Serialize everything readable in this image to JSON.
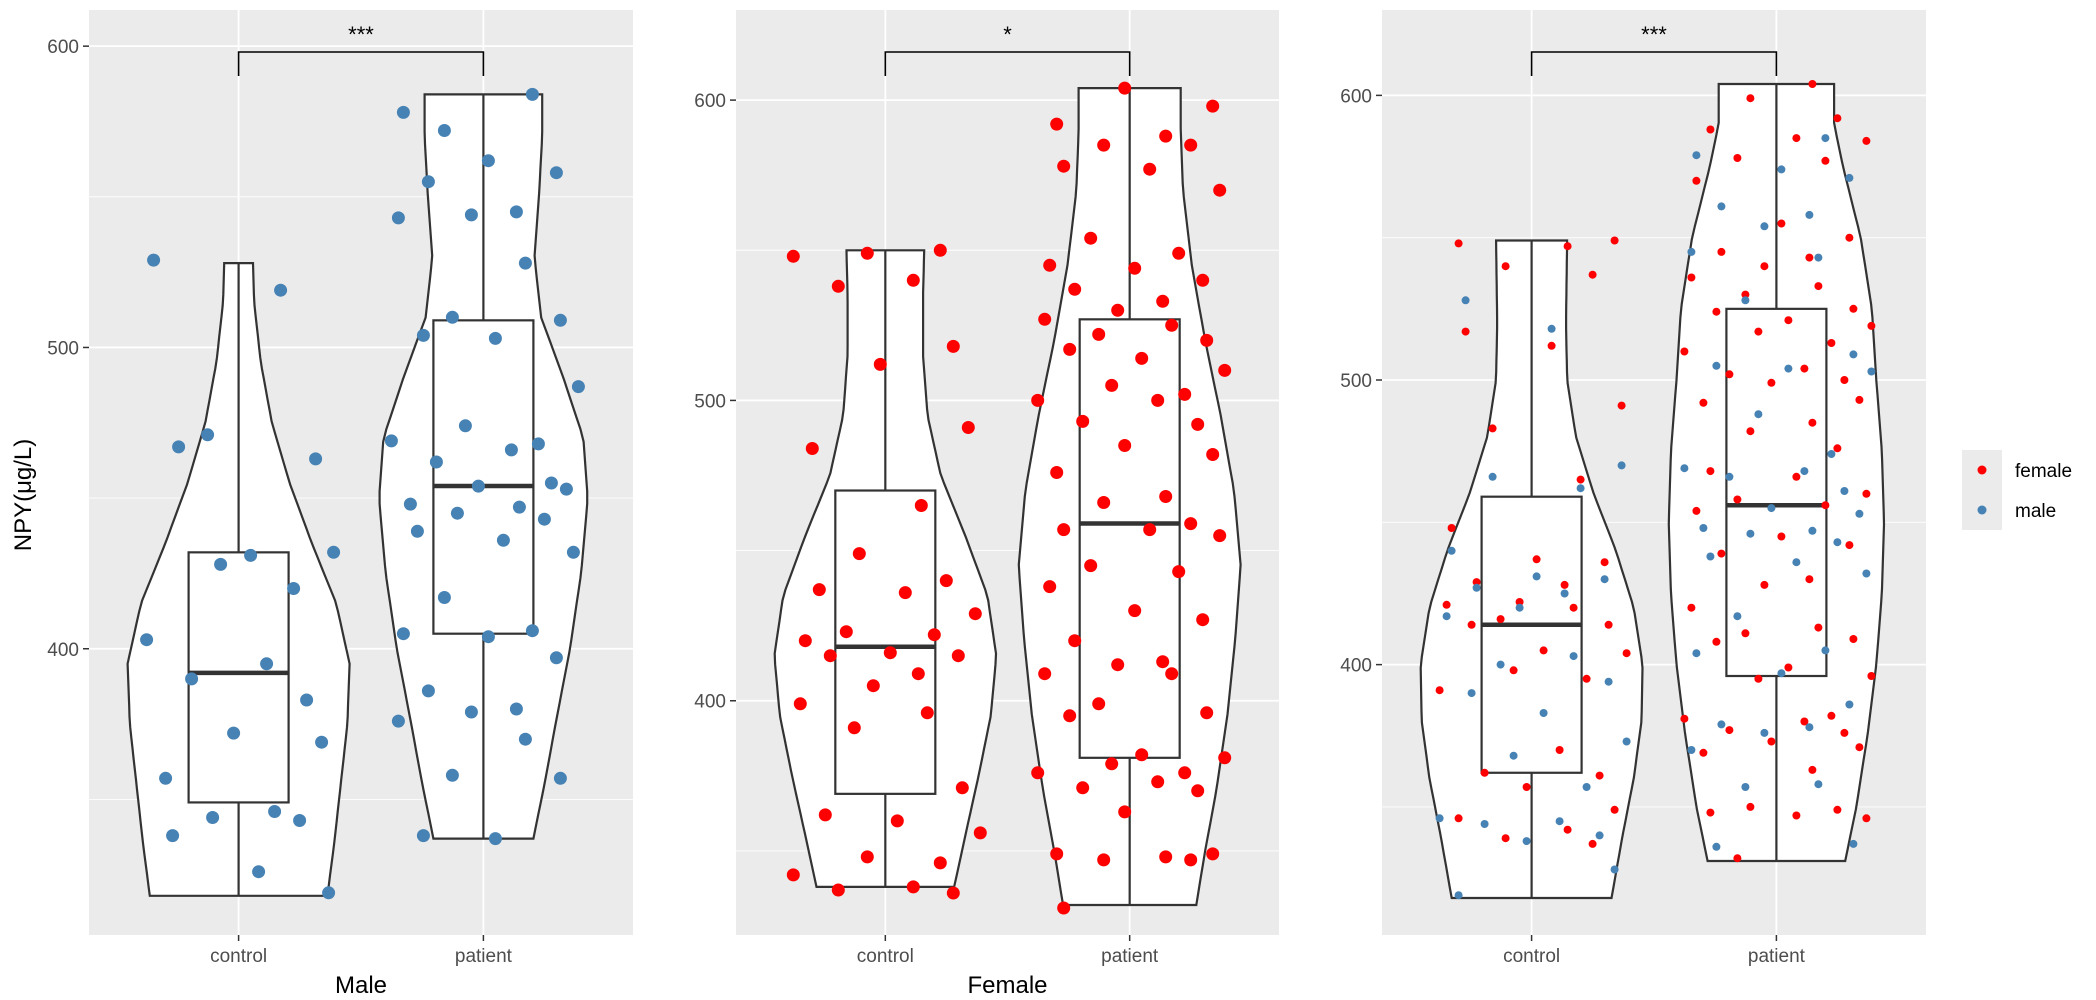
{
  "chart_data": [
    {
      "type": "violin",
      "xlabel": "Male",
      "ylabel": "NPY(μg/L)",
      "categories": [
        "control",
        "patient"
      ],
      "ylim": [
        305,
        612
      ],
      "yticks": [
        400,
        500,
        600
      ],
      "significance": "***",
      "point_color": "#4682B4",
      "violins": [
        {
          "ymin": 318,
          "ymax": 528,
          "profile": [
            [
              318,
              0.8
            ],
            [
              335,
              0.86
            ],
            [
              355,
              0.92
            ],
            [
              375,
              0.98
            ],
            [
              395,
              1.0
            ],
            [
              415,
              0.88
            ],
            [
              435,
              0.66
            ],
            [
              455,
              0.46
            ],
            [
              475,
              0.3
            ],
            [
              495,
              0.2
            ],
            [
              515,
              0.14
            ],
            [
              528,
              0.13
            ]
          ]
        },
        {
          "ymin": 337,
          "ymax": 584,
          "profile": [
            [
              337,
              0.45
            ],
            [
              355,
              0.55
            ],
            [
              375,
              0.65
            ],
            [
              400,
              0.78
            ],
            [
              425,
              0.88
            ],
            [
              450,
              0.94
            ],
            [
              470,
              0.9
            ],
            [
              490,
              0.72
            ],
            [
              510,
              0.52
            ],
            [
              530,
              0.46
            ],
            [
              550,
              0.5
            ],
            [
              570,
              0.53
            ],
            [
              584,
              0.53
            ]
          ]
        }
      ],
      "boxes": [
        {
          "q1": 349,
          "median": 392,
          "q3": 432,
          "whisker_low": 318,
          "whisker_high": 528
        },
        {
          "q1": 405,
          "median": 454,
          "q3": 509,
          "whisker_low": 337,
          "whisker_high": 584
        }
      ],
      "points": [
        {
          "group": "control",
          "values": [
            529,
            519,
            471,
            463,
            467,
            431,
            432,
            428,
            420,
            403,
            395,
            390,
            383,
            372,
            369,
            357,
            346,
            344,
            343,
            338,
            326,
            319
          ]
        },
        {
          "group": "patient",
          "values": [
            572,
            584,
            578,
            562,
            558,
            555,
            545,
            544,
            543,
            528,
            510,
            509,
            504,
            503,
            487,
            474,
            468,
            469,
            466,
            462,
            455,
            454,
            453,
            448,
            447,
            445,
            443,
            439,
            436,
            432,
            417,
            406,
            405,
            404,
            397,
            386,
            380,
            379,
            376,
            370,
            358,
            357,
            338,
            337
          ]
        }
      ]
    },
    {
      "type": "violin",
      "xlabel": "Female",
      "ylabel": "",
      "categories": [
        "control",
        "patient"
      ],
      "ylim": [
        322,
        630
      ],
      "yticks": [
        400,
        500,
        600
      ],
      "significance": "*",
      "point_color": "#FF0000",
      "violins": [
        {
          "ymin": 338,
          "ymax": 550,
          "profile": [
            [
              338,
              0.62
            ],
            [
              355,
              0.72
            ],
            [
              375,
              0.84
            ],
            [
              395,
              0.95
            ],
            [
              415,
              1.0
            ],
            [
              435,
              0.92
            ],
            [
              455,
              0.72
            ],
            [
              475,
              0.5
            ],
            [
              495,
              0.38
            ],
            [
              515,
              0.34
            ],
            [
              535,
              0.34
            ],
            [
              550,
              0.35
            ]
          ]
        },
        {
          "ymin": 332,
          "ymax": 604,
          "profile": [
            [
              332,
              0.6
            ],
            [
              350,
              0.68
            ],
            [
              370,
              0.78
            ],
            [
              395,
              0.88
            ],
            [
              420,
              0.95
            ],
            [
              445,
              1.0
            ],
            [
              470,
              0.94
            ],
            [
              495,
              0.82
            ],
            [
              520,
              0.68
            ],
            [
              545,
              0.56
            ],
            [
              570,
              0.48
            ],
            [
              590,
              0.46
            ],
            [
              604,
              0.46
            ]
          ]
        }
      ],
      "boxes": [
        {
          "q1": 369,
          "median": 418,
          "q3": 470,
          "whisker_low": 338,
          "whisker_high": 550
        },
        {
          "q1": 381,
          "median": 459,
          "q3": 527,
          "whisker_low": 332,
          "whisker_high": 604
        }
      ],
      "points": [
        {
          "group": "control",
          "values": [
            549,
            550,
            548,
            540,
            538,
            518,
            512,
            491,
            484,
            465,
            449,
            440,
            437,
            436,
            429,
            423,
            422,
            420,
            416,
            415,
            415,
            409,
            405,
            399,
            396,
            391,
            371,
            362,
            360,
            356,
            348,
            346,
            342,
            338,
            337,
            336
          ]
        },
        {
          "group": "patient",
          "values": [
            604,
            598,
            592,
            588,
            585,
            585,
            578,
            577,
            570,
            554,
            549,
            545,
            544,
            540,
            537,
            533,
            530,
            527,
            525,
            522,
            520,
            517,
            514,
            510,
            505,
            502,
            500,
            500,
            493,
            492,
            485,
            482,
            476,
            468,
            466,
            459,
            457,
            457,
            455,
            445,
            443,
            438,
            430,
            427,
            420,
            413,
            412,
            409,
            409,
            399,
            396,
            395,
            382,
            381,
            379,
            376,
            376,
            373,
            371,
            370,
            363,
            349,
            349,
            348,
            347,
            347,
            331
          ]
        }
      ]
    },
    {
      "type": "violin",
      "xlabel": "",
      "ylabel": "",
      "categories": [
        "control",
        "patient"
      ],
      "ylim": [
        305,
        630
      ],
      "yticks": [
        400,
        500,
        600
      ],
      "significance": "***",
      "legend": {
        "position": "right",
        "entries": [
          {
            "name": "female",
            "color": "#FF0000"
          },
          {
            "name": "male",
            "color": "#4682B4"
          }
        ]
      },
      "violins": [
        {
          "ymin": 318,
          "ymax": 549,
          "profile": [
            [
              318,
              0.72
            ],
            [
              340,
              0.82
            ],
            [
              360,
              0.92
            ],
            [
              380,
              0.99
            ],
            [
              400,
              1.0
            ],
            [
              420,
              0.92
            ],
            [
              440,
              0.76
            ],
            [
              460,
              0.56
            ],
            [
              480,
              0.4
            ],
            [
              500,
              0.32
            ],
            [
              520,
              0.31
            ],
            [
              549,
              0.32
            ]
          ]
        },
        {
          "ymin": 331,
          "ymax": 604,
          "profile": [
            [
              331,
              0.62
            ],
            [
              350,
              0.72
            ],
            [
              375,
              0.82
            ],
            [
              400,
              0.9
            ],
            [
              425,
              0.95
            ],
            [
              450,
              0.97
            ],
            [
              475,
              0.95
            ],
            [
              500,
              0.9
            ],
            [
              525,
              0.86
            ],
            [
              550,
              0.76
            ],
            [
              575,
              0.6
            ],
            [
              590,
              0.52
            ],
            [
              604,
              0.52
            ]
          ]
        }
      ],
      "boxes": [
        {
          "q1": 362,
          "median": 414,
          "q3": 459,
          "whisker_low": 318,
          "whisker_high": 549
        },
        {
          "q1": 396,
          "median": 456,
          "q3": 525,
          "whisker_low": 331,
          "whisker_high": 604
        }
      ],
      "points": [
        {
          "group": "control",
          "series": "female",
          "values": [
            549,
            548,
            547,
            540,
            537,
            517,
            512,
            491,
            483,
            465,
            448,
            437,
            436,
            429,
            428,
            422,
            421,
            420,
            416,
            414,
            414,
            405,
            404,
            398,
            395,
            391,
            370,
            362,
            361,
            357,
            349,
            346,
            342,
            339,
            337
          ]
        },
        {
          "group": "control",
          "series": "male",
          "values": [
            528,
            518,
            470,
            466,
            462,
            440,
            431,
            430,
            427,
            425,
            420,
            417,
            403,
            400,
            394,
            390,
            383,
            373,
            368,
            357,
            346,
            345,
            344,
            340,
            338,
            328,
            319
          ]
        },
        {
          "group": "patient",
          "series": "female",
          "values": [
            604,
            599,
            592,
            588,
            585,
            584,
            578,
            577,
            570,
            555,
            550,
            545,
            543,
            540,
            536,
            533,
            530,
            525,
            524,
            521,
            519,
            517,
            513,
            510,
            504,
            502,
            500,
            499,
            493,
            492,
            485,
            482,
            476,
            468,
            466,
            460,
            458,
            456,
            454,
            445,
            442,
            439,
            430,
            428,
            420,
            413,
            411,
            409,
            408,
            399,
            396,
            395,
            382,
            381,
            380,
            377,
            376,
            373,
            371,
            369,
            363,
            350,
            349,
            348,
            347,
            346,
            332
          ]
        },
        {
          "group": "patient",
          "series": "male",
          "values": [
            585,
            579,
            574,
            571,
            561,
            558,
            554,
            545,
            543,
            528,
            509,
            505,
            504,
            503,
            488,
            474,
            469,
            468,
            466,
            461,
            455,
            453,
            448,
            447,
            446,
            443,
            438,
            436,
            432,
            417,
            405,
            404,
            397,
            386,
            379,
            378,
            376,
            370,
            358,
            357,
            337,
            336
          ]
        }
      ]
    }
  ]
}
